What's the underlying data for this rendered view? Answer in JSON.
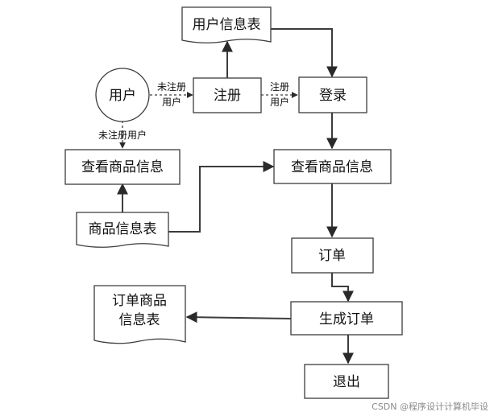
{
  "nodes": {
    "user": "用户",
    "user_info_table": "用户信息表",
    "register": "注册",
    "login": "登录",
    "view_goods_left": "查看商品信息",
    "view_goods_right": "查看商品信息",
    "goods_info_table": "商品信息表",
    "order": "订单",
    "order_goods_table_line1": "订单商品",
    "order_goods_table_line2": "信息表",
    "create_order": "生成订单",
    "logout": "退出"
  },
  "edges": {
    "unregistered_to_register_line1": "未注册",
    "unregistered_to_register_line2": "用户",
    "registered_to_login_line1": "注册",
    "registered_to_login_line2": "用户",
    "unregistered_to_view": "未注册用户"
  },
  "watermark": "CSDN @程序设计计算机毕设"
}
